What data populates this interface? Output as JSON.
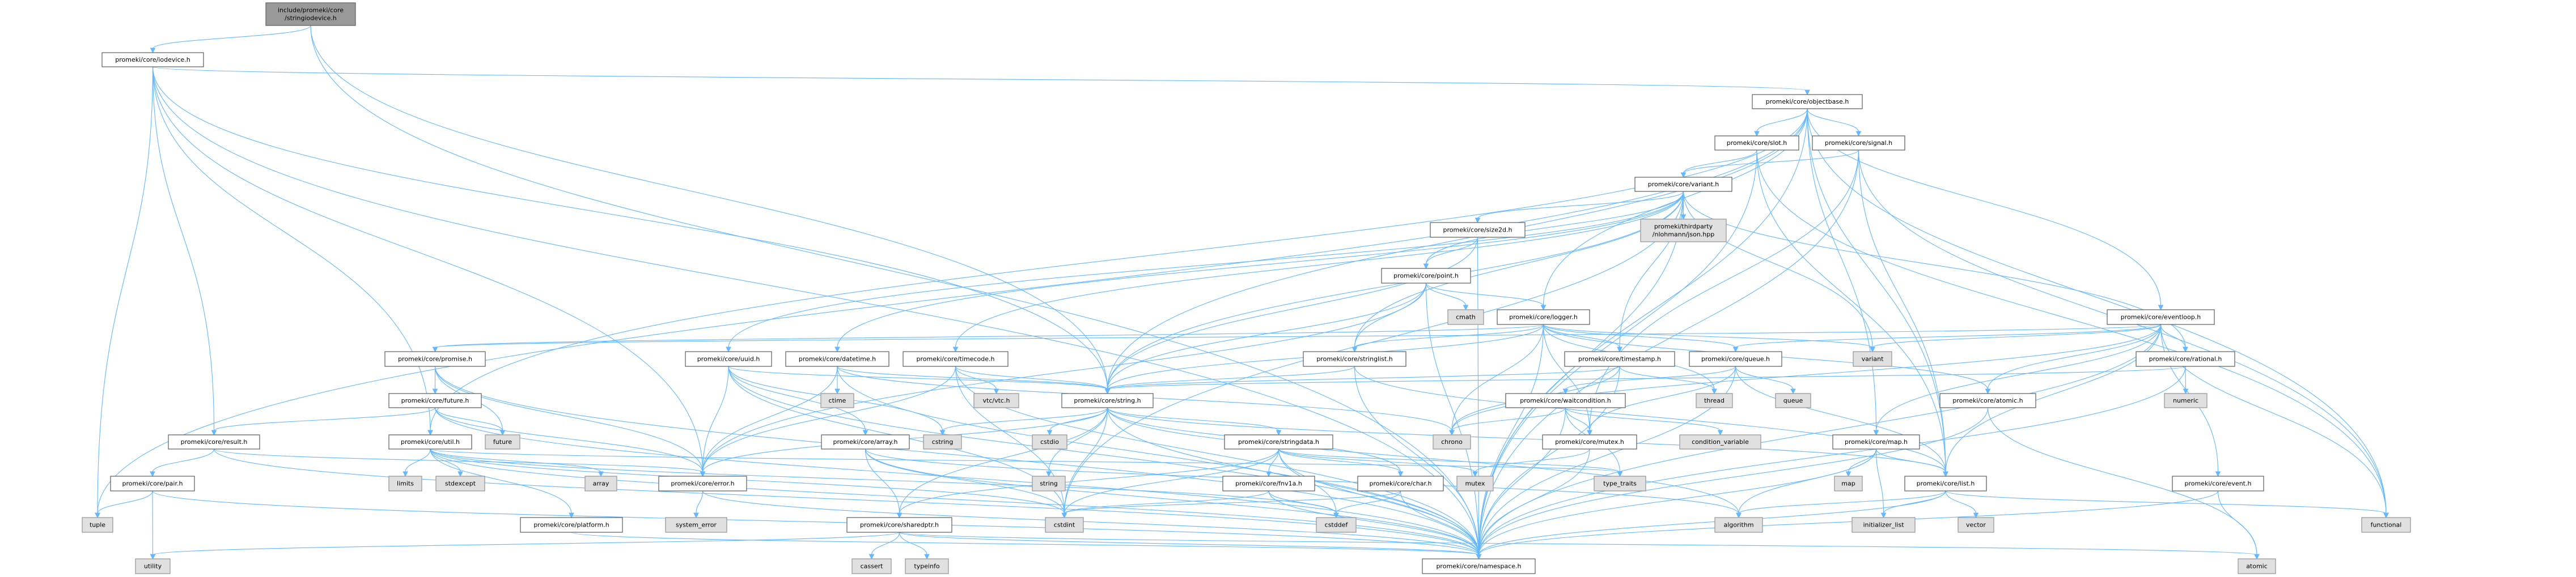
{
  "graph": {
    "title": "include/promeki/core/stringiodevice.h",
    "colors": {
      "edge": "#63b8ff",
      "root_fill": "#999999",
      "system_fill": "#e0e0e0",
      "node_fill": "#ffffff"
    },
    "nodes": {
      "root": {
        "lines": [
          "include/promeki/core",
          "/stringiodevice.h"
        ],
        "kind": "root"
      },
      "iodevice": {
        "lines": [
          "promeki/core/iodevice.h"
        ],
        "kind": "normal"
      },
      "objectbase": {
        "lines": [
          "promeki/core/objectbase.h"
        ],
        "kind": "normal"
      },
      "slot": {
        "lines": [
          "promeki/core/slot.h"
        ],
        "kind": "normal"
      },
      "signal": {
        "lines": [
          "promeki/core/signal.h"
        ],
        "kind": "normal"
      },
      "variant_h": {
        "lines": [
          "promeki/core/variant.h"
        ],
        "kind": "normal"
      },
      "size2d": {
        "lines": [
          "promeki/core/size2d.h"
        ],
        "kind": "normal"
      },
      "json": {
        "lines": [
          "promeki/thirdparty",
          "/nlohmann/json.hpp"
        ],
        "kind": "system"
      },
      "point": {
        "lines": [
          "promeki/core/point.h"
        ],
        "kind": "normal"
      },
      "cmath": {
        "lines": [
          "cmath"
        ],
        "kind": "system"
      },
      "logger": {
        "lines": [
          "promeki/core/logger.h"
        ],
        "kind": "normal"
      },
      "eventloop": {
        "lines": [
          "promeki/core/eventloop.h"
        ],
        "kind": "normal"
      },
      "promise": {
        "lines": [
          "promeki/core/promise.h"
        ],
        "kind": "normal"
      },
      "uuid": {
        "lines": [
          "promeki/core/uuid.h"
        ],
        "kind": "normal"
      },
      "datetime": {
        "lines": [
          "promeki/core/datetime.h"
        ],
        "kind": "normal"
      },
      "timecode": {
        "lines": [
          "promeki/core/timecode.h"
        ],
        "kind": "normal"
      },
      "stringlist": {
        "lines": [
          "promeki/core/stringlist.h"
        ],
        "kind": "normal"
      },
      "timestamp": {
        "lines": [
          "promeki/core/timestamp.h"
        ],
        "kind": "normal"
      },
      "queue_h": {
        "lines": [
          "promeki/core/queue.h"
        ],
        "kind": "normal"
      },
      "variant": {
        "lines": [
          "variant"
        ],
        "kind": "system"
      },
      "rational": {
        "lines": [
          "promeki/core/rational.h"
        ],
        "kind": "normal"
      },
      "future_h": {
        "lines": [
          "promeki/core/future.h"
        ],
        "kind": "normal"
      },
      "ctime": {
        "lines": [
          "ctime"
        ],
        "kind": "system"
      },
      "vtc": {
        "lines": [
          "vtc/vtc.h"
        ],
        "kind": "system"
      },
      "string_h": {
        "lines": [
          "promeki/core/string.h"
        ],
        "kind": "normal"
      },
      "waitcondition": {
        "lines": [
          "promeki/core/waitcondition.h"
        ],
        "kind": "normal"
      },
      "thread": {
        "lines": [
          "thread"
        ],
        "kind": "system"
      },
      "queue": {
        "lines": [
          "queue"
        ],
        "kind": "system"
      },
      "atomic_h": {
        "lines": [
          "promeki/core/atomic.h"
        ],
        "kind": "normal"
      },
      "numeric": {
        "lines": [
          "numeric"
        ],
        "kind": "system"
      },
      "result": {
        "lines": [
          "promeki/core/result.h"
        ],
        "kind": "normal"
      },
      "util": {
        "lines": [
          "promeki/core/util.h"
        ],
        "kind": "normal"
      },
      "future": {
        "lines": [
          "future"
        ],
        "kind": "system"
      },
      "array_h": {
        "lines": [
          "promeki/core/array.h"
        ],
        "kind": "normal"
      },
      "cstring": {
        "lines": [
          "cstring"
        ],
        "kind": "system"
      },
      "cstdio": {
        "lines": [
          "cstdio"
        ],
        "kind": "system"
      },
      "stringdata": {
        "lines": [
          "promeki/core/stringdata.h"
        ],
        "kind": "normal"
      },
      "chrono": {
        "lines": [
          "chrono"
        ],
        "kind": "system"
      },
      "mutex_h": {
        "lines": [
          "promeki/core/mutex.h"
        ],
        "kind": "normal"
      },
      "condvar": {
        "lines": [
          "condition_variable"
        ],
        "kind": "system"
      },
      "map_h": {
        "lines": [
          "promeki/core/map.h"
        ],
        "kind": "normal"
      },
      "pair": {
        "lines": [
          "promeki/core/pair.h"
        ],
        "kind": "normal"
      },
      "limits": {
        "lines": [
          "limits"
        ],
        "kind": "system"
      },
      "stdexcept": {
        "lines": [
          "stdexcept"
        ],
        "kind": "system"
      },
      "array": {
        "lines": [
          "array"
        ],
        "kind": "system"
      },
      "error": {
        "lines": [
          "promeki/core/error.h"
        ],
        "kind": "normal"
      },
      "string": {
        "lines": [
          "string"
        ],
        "kind": "system"
      },
      "fnv1a": {
        "lines": [
          "promeki/core/fnv1a.h"
        ],
        "kind": "normal"
      },
      "char": {
        "lines": [
          "promeki/core/char.h"
        ],
        "kind": "normal"
      },
      "mutex": {
        "lines": [
          "mutex"
        ],
        "kind": "system"
      },
      "type_traits": {
        "lines": [
          "type_traits"
        ],
        "kind": "system"
      },
      "map": {
        "lines": [
          "map"
        ],
        "kind": "system"
      },
      "list_h": {
        "lines": [
          "promeki/core/list.h"
        ],
        "kind": "normal"
      },
      "event": {
        "lines": [
          "promeki/core/event.h"
        ],
        "kind": "normal"
      },
      "tuple": {
        "lines": [
          "tuple"
        ],
        "kind": "system"
      },
      "platform": {
        "lines": [
          "promeki/core/platform.h"
        ],
        "kind": "normal"
      },
      "system_error": {
        "lines": [
          "system_error"
        ],
        "kind": "system"
      },
      "sharedptr": {
        "lines": [
          "promeki/core/sharedptr.h"
        ],
        "kind": "normal"
      },
      "cstdint": {
        "lines": [
          "cstdint"
        ],
        "kind": "system"
      },
      "cstddef": {
        "lines": [
          "cstddef"
        ],
        "kind": "system"
      },
      "algorithm": {
        "lines": [
          "algorithm"
        ],
        "kind": "system"
      },
      "initializer_list": {
        "lines": [
          "initializer_list"
        ],
        "kind": "system"
      },
      "vector": {
        "lines": [
          "vector"
        ],
        "kind": "system"
      },
      "functional": {
        "lines": [
          "functional"
        ],
        "kind": "system"
      },
      "utility": {
        "lines": [
          "utility"
        ],
        "kind": "system"
      },
      "cassert": {
        "lines": [
          "cassert"
        ],
        "kind": "system"
      },
      "typeinfo": {
        "lines": [
          "typeinfo"
        ],
        "kind": "system"
      },
      "namespace": {
        "lines": [
          "promeki/core/namespace.h"
        ],
        "kind": "normal"
      },
      "atomic": {
        "lines": [
          "atomic"
        ],
        "kind": "system"
      }
    },
    "edges": [
      [
        "root",
        "iodevice"
      ],
      [
        "root",
        "string_h"
      ],
      [
        "root",
        "namespace"
      ],
      [
        "iodevice",
        "objectbase"
      ],
      [
        "iodevice",
        "error"
      ],
      [
        "iodevice",
        "result"
      ],
      [
        "iodevice",
        "util"
      ],
      [
        "iodevice",
        "tuple"
      ],
      [
        "iodevice",
        "namespace"
      ],
      [
        "iodevice",
        "string_h"
      ],
      [
        "objectbase",
        "slot"
      ],
      [
        "objectbase",
        "signal"
      ],
      [
        "objectbase",
        "list_h"
      ],
      [
        "objectbase",
        "map_h"
      ],
      [
        "objectbase",
        "logger"
      ],
      [
        "objectbase",
        "eventloop"
      ],
      [
        "objectbase",
        "functional"
      ],
      [
        "objectbase",
        "namespace"
      ],
      [
        "objectbase",
        "util"
      ],
      [
        "objectbase",
        "tuple"
      ],
      [
        "objectbase",
        "string_h"
      ],
      [
        "slot",
        "variant_h"
      ],
      [
        "slot",
        "functional"
      ],
      [
        "slot",
        "namespace"
      ],
      [
        "slot",
        "list_h"
      ],
      [
        "signal",
        "variant_h"
      ],
      [
        "signal",
        "functional"
      ],
      [
        "signal",
        "namespace"
      ],
      [
        "signal",
        "list_h"
      ],
      [
        "signal",
        "mutex_h"
      ],
      [
        "variant_h",
        "size2d"
      ],
      [
        "variant_h",
        "json"
      ],
      [
        "variant_h",
        "string_h"
      ],
      [
        "variant_h",
        "uuid"
      ],
      [
        "variant_h",
        "datetime"
      ],
      [
        "variant_h",
        "timecode"
      ],
      [
        "variant_h",
        "timestamp"
      ],
      [
        "variant_h",
        "stringlist"
      ],
      [
        "variant_h",
        "variant"
      ],
      [
        "variant_h",
        "rational"
      ],
      [
        "variant_h",
        "cstdint"
      ],
      [
        "variant_h",
        "namespace"
      ],
      [
        "variant_h",
        "point"
      ],
      [
        "size2d",
        "point"
      ],
      [
        "size2d",
        "string_h"
      ],
      [
        "size2d",
        "namespace"
      ],
      [
        "point",
        "cmath"
      ],
      [
        "point",
        "logger"
      ],
      [
        "point",
        "stringlist"
      ],
      [
        "point",
        "string_h"
      ],
      [
        "point",
        "error"
      ],
      [
        "point",
        "namespace"
      ],
      [
        "logger",
        "stringlist"
      ],
      [
        "logger",
        "timestamp"
      ],
      [
        "logger",
        "queue_h"
      ],
      [
        "logger",
        "variant"
      ],
      [
        "logger",
        "mutex_h"
      ],
      [
        "logger",
        "thread"
      ],
      [
        "logger",
        "string_h"
      ],
      [
        "logger",
        "chrono"
      ],
      [
        "logger",
        "atomic_h"
      ],
      [
        "logger",
        "promise"
      ],
      [
        "logger",
        "namespace"
      ],
      [
        "eventloop",
        "promise"
      ],
      [
        "eventloop",
        "atomic_h"
      ],
      [
        "eventloop",
        "list_h"
      ],
      [
        "eventloop",
        "map_h"
      ],
      [
        "eventloop",
        "variant"
      ],
      [
        "eventloop",
        "functional"
      ],
      [
        "eventloop",
        "event"
      ],
      [
        "eventloop",
        "queue_h"
      ],
      [
        "eventloop",
        "namespace"
      ],
      [
        "eventloop",
        "chrono"
      ],
      [
        "eventloop",
        "rational"
      ],
      [
        "promise",
        "future_h"
      ],
      [
        "promise",
        "future"
      ],
      [
        "promise",
        "namespace"
      ],
      [
        "promise",
        "error"
      ],
      [
        "future_h",
        "result"
      ],
      [
        "future_h",
        "future"
      ],
      [
        "future_h",
        "error"
      ],
      [
        "future_h",
        "namespace"
      ],
      [
        "uuid",
        "string_h"
      ],
      [
        "uuid",
        "array_h"
      ],
      [
        "uuid",
        "error"
      ],
      [
        "uuid",
        "cstring"
      ],
      [
        "uuid",
        "cstdint"
      ],
      [
        "uuid",
        "namespace"
      ],
      [
        "datetime",
        "ctime"
      ],
      [
        "datetime",
        "string_h"
      ],
      [
        "datetime",
        "error"
      ],
      [
        "datetime",
        "chrono"
      ],
      [
        "datetime",
        "namespace"
      ],
      [
        "timecode",
        "vtc"
      ],
      [
        "timecode",
        "string_h"
      ],
      [
        "timecode",
        "error"
      ],
      [
        "timecode",
        "cstdint"
      ],
      [
        "timecode",
        "namespace"
      ],
      [
        "stringlist",
        "string_h"
      ],
      [
        "stringlist",
        "list_h"
      ],
      [
        "stringlist",
        "namespace"
      ],
      [
        "timestamp",
        "chrono"
      ],
      [
        "timestamp",
        "thread"
      ],
      [
        "timestamp",
        "string_h"
      ],
      [
        "timestamp",
        "namespace"
      ],
      [
        "queue_h",
        "queue"
      ],
      [
        "queue_h",
        "mutex_h"
      ],
      [
        "queue_h",
        "waitcondition"
      ],
      [
        "queue_h",
        "list_h"
      ],
      [
        "queue_h",
        "namespace"
      ],
      [
        "rational",
        "numeric"
      ],
      [
        "rational",
        "string_h"
      ],
      [
        "rational",
        "namespace"
      ],
      [
        "string_h",
        "stringdata"
      ],
      [
        "string_h",
        "cstring"
      ],
      [
        "string_h",
        "cstdio"
      ],
      [
        "string_h",
        "string"
      ],
      [
        "string_h",
        "cstdint"
      ],
      [
        "string_h",
        "sharedptr"
      ],
      [
        "string_h",
        "char"
      ],
      [
        "string_h",
        "list_h"
      ],
      [
        "string_h",
        "error"
      ],
      [
        "string_h",
        "algorithm"
      ],
      [
        "string_h",
        "namespace"
      ],
      [
        "waitcondition",
        "mutex_h"
      ],
      [
        "waitcondition",
        "condvar"
      ],
      [
        "waitcondition",
        "chrono"
      ],
      [
        "waitcondition",
        "type_traits"
      ],
      [
        "waitcondition",
        "namespace"
      ],
      [
        "atomic_h",
        "atomic"
      ],
      [
        "atomic_h",
        "namespace"
      ],
      [
        "result",
        "pair"
      ],
      [
        "result",
        "error"
      ],
      [
        "result",
        "namespace"
      ],
      [
        "util",
        "limits"
      ],
      [
        "util",
        "stdexcept"
      ],
      [
        "util",
        "array"
      ],
      [
        "util",
        "platform"
      ],
      [
        "util",
        "cstdint"
      ],
      [
        "util",
        "cstddef"
      ],
      [
        "util",
        "type_traits"
      ],
      [
        "util",
        "namespace"
      ],
      [
        "array_h",
        "sharedptr"
      ],
      [
        "array_h",
        "cstdint"
      ],
      [
        "array_h",
        "algorithm"
      ],
      [
        "array_h",
        "namespace"
      ],
      [
        "stringdata",
        "fnv1a"
      ],
      [
        "stringdata",
        "char"
      ],
      [
        "stringdata",
        "cstdint"
      ],
      [
        "stringdata",
        "cstddef"
      ],
      [
        "stringdata",
        "sharedptr"
      ],
      [
        "stringdata",
        "mutex"
      ],
      [
        "stringdata",
        "type_traits"
      ],
      [
        "stringdata",
        "namespace"
      ],
      [
        "mutex_h",
        "mutex"
      ],
      [
        "mutex_h",
        "namespace"
      ],
      [
        "map_h",
        "map"
      ],
      [
        "map_h",
        "list_h"
      ],
      [
        "map_h",
        "initializer_list"
      ],
      [
        "map_h",
        "algorithm"
      ],
      [
        "map_h",
        "namespace"
      ],
      [
        "pair",
        "tuple"
      ],
      [
        "pair",
        "utility"
      ],
      [
        "pair",
        "namespace"
      ],
      [
        "error",
        "system_error"
      ],
      [
        "error",
        "namespace"
      ],
      [
        "fnv1a",
        "cstddef"
      ],
      [
        "fnv1a",
        "cstdint"
      ],
      [
        "fnv1a",
        "namespace"
      ],
      [
        "char",
        "cstddef"
      ],
      [
        "char",
        "cstdint"
      ],
      [
        "char",
        "namespace"
      ],
      [
        "list_h",
        "initializer_list"
      ],
      [
        "list_h",
        "vector"
      ],
      [
        "list_h",
        "functional"
      ],
      [
        "list_h",
        "algorithm"
      ],
      [
        "list_h",
        "namespace"
      ],
      [
        "event",
        "atomic"
      ],
      [
        "event",
        "namespace"
      ],
      [
        "sharedptr",
        "cassert"
      ],
      [
        "sharedptr",
        "typeinfo"
      ],
      [
        "sharedptr",
        "utility"
      ],
      [
        "sharedptr",
        "atomic"
      ],
      [
        "sharedptr",
        "namespace"
      ],
      [
        "platform",
        "namespace"
      ]
    ]
  }
}
